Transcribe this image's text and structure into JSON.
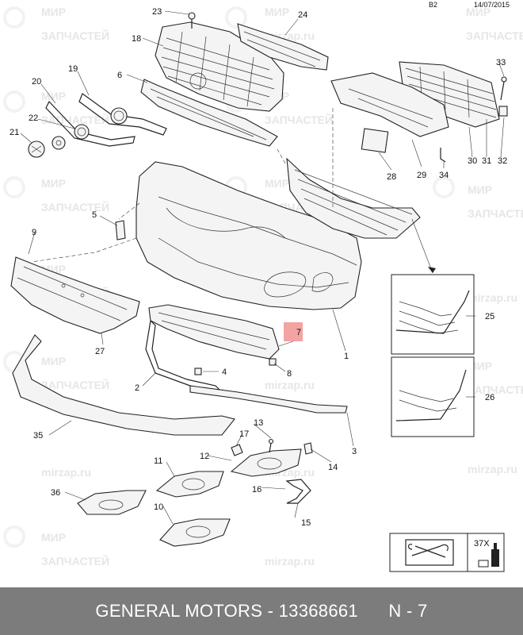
{
  "header": {
    "code": "B2",
    "date": "14/07/2015"
  },
  "watermark": {
    "line1": "МИР",
    "line2": "ЗАПЧАСТЕЙ",
    "site": "mirzap.ru"
  },
  "highlight_color": "#f4a3a3",
  "parts": {
    "p1": "1",
    "p2": "2",
    "p3": "3",
    "p4": "4",
    "p5": "5",
    "p6": "6",
    "p7": "7",
    "p8": "8",
    "p9": "9",
    "p10": "10",
    "p11": "11",
    "p12": "12",
    "p13": "13",
    "p14": "14",
    "p15": "15",
    "p16": "16",
    "p17": "17",
    "p18": "18",
    "p19": "19",
    "p20": "20",
    "p21": "21",
    "p22": "22",
    "p23": "23",
    "p24": "24",
    "p25": "25",
    "p26": "26",
    "p27": "27",
    "p28": "28",
    "p29": "29",
    "p30": "30",
    "p31": "31",
    "p32": "32",
    "p33": "33",
    "p34": "34",
    "p35": "35",
    "p36": "36"
  },
  "legend": {
    "quantity": "37X"
  },
  "footer": {
    "text": "GENERAL MOTORS - 13368661      N - 7"
  }
}
